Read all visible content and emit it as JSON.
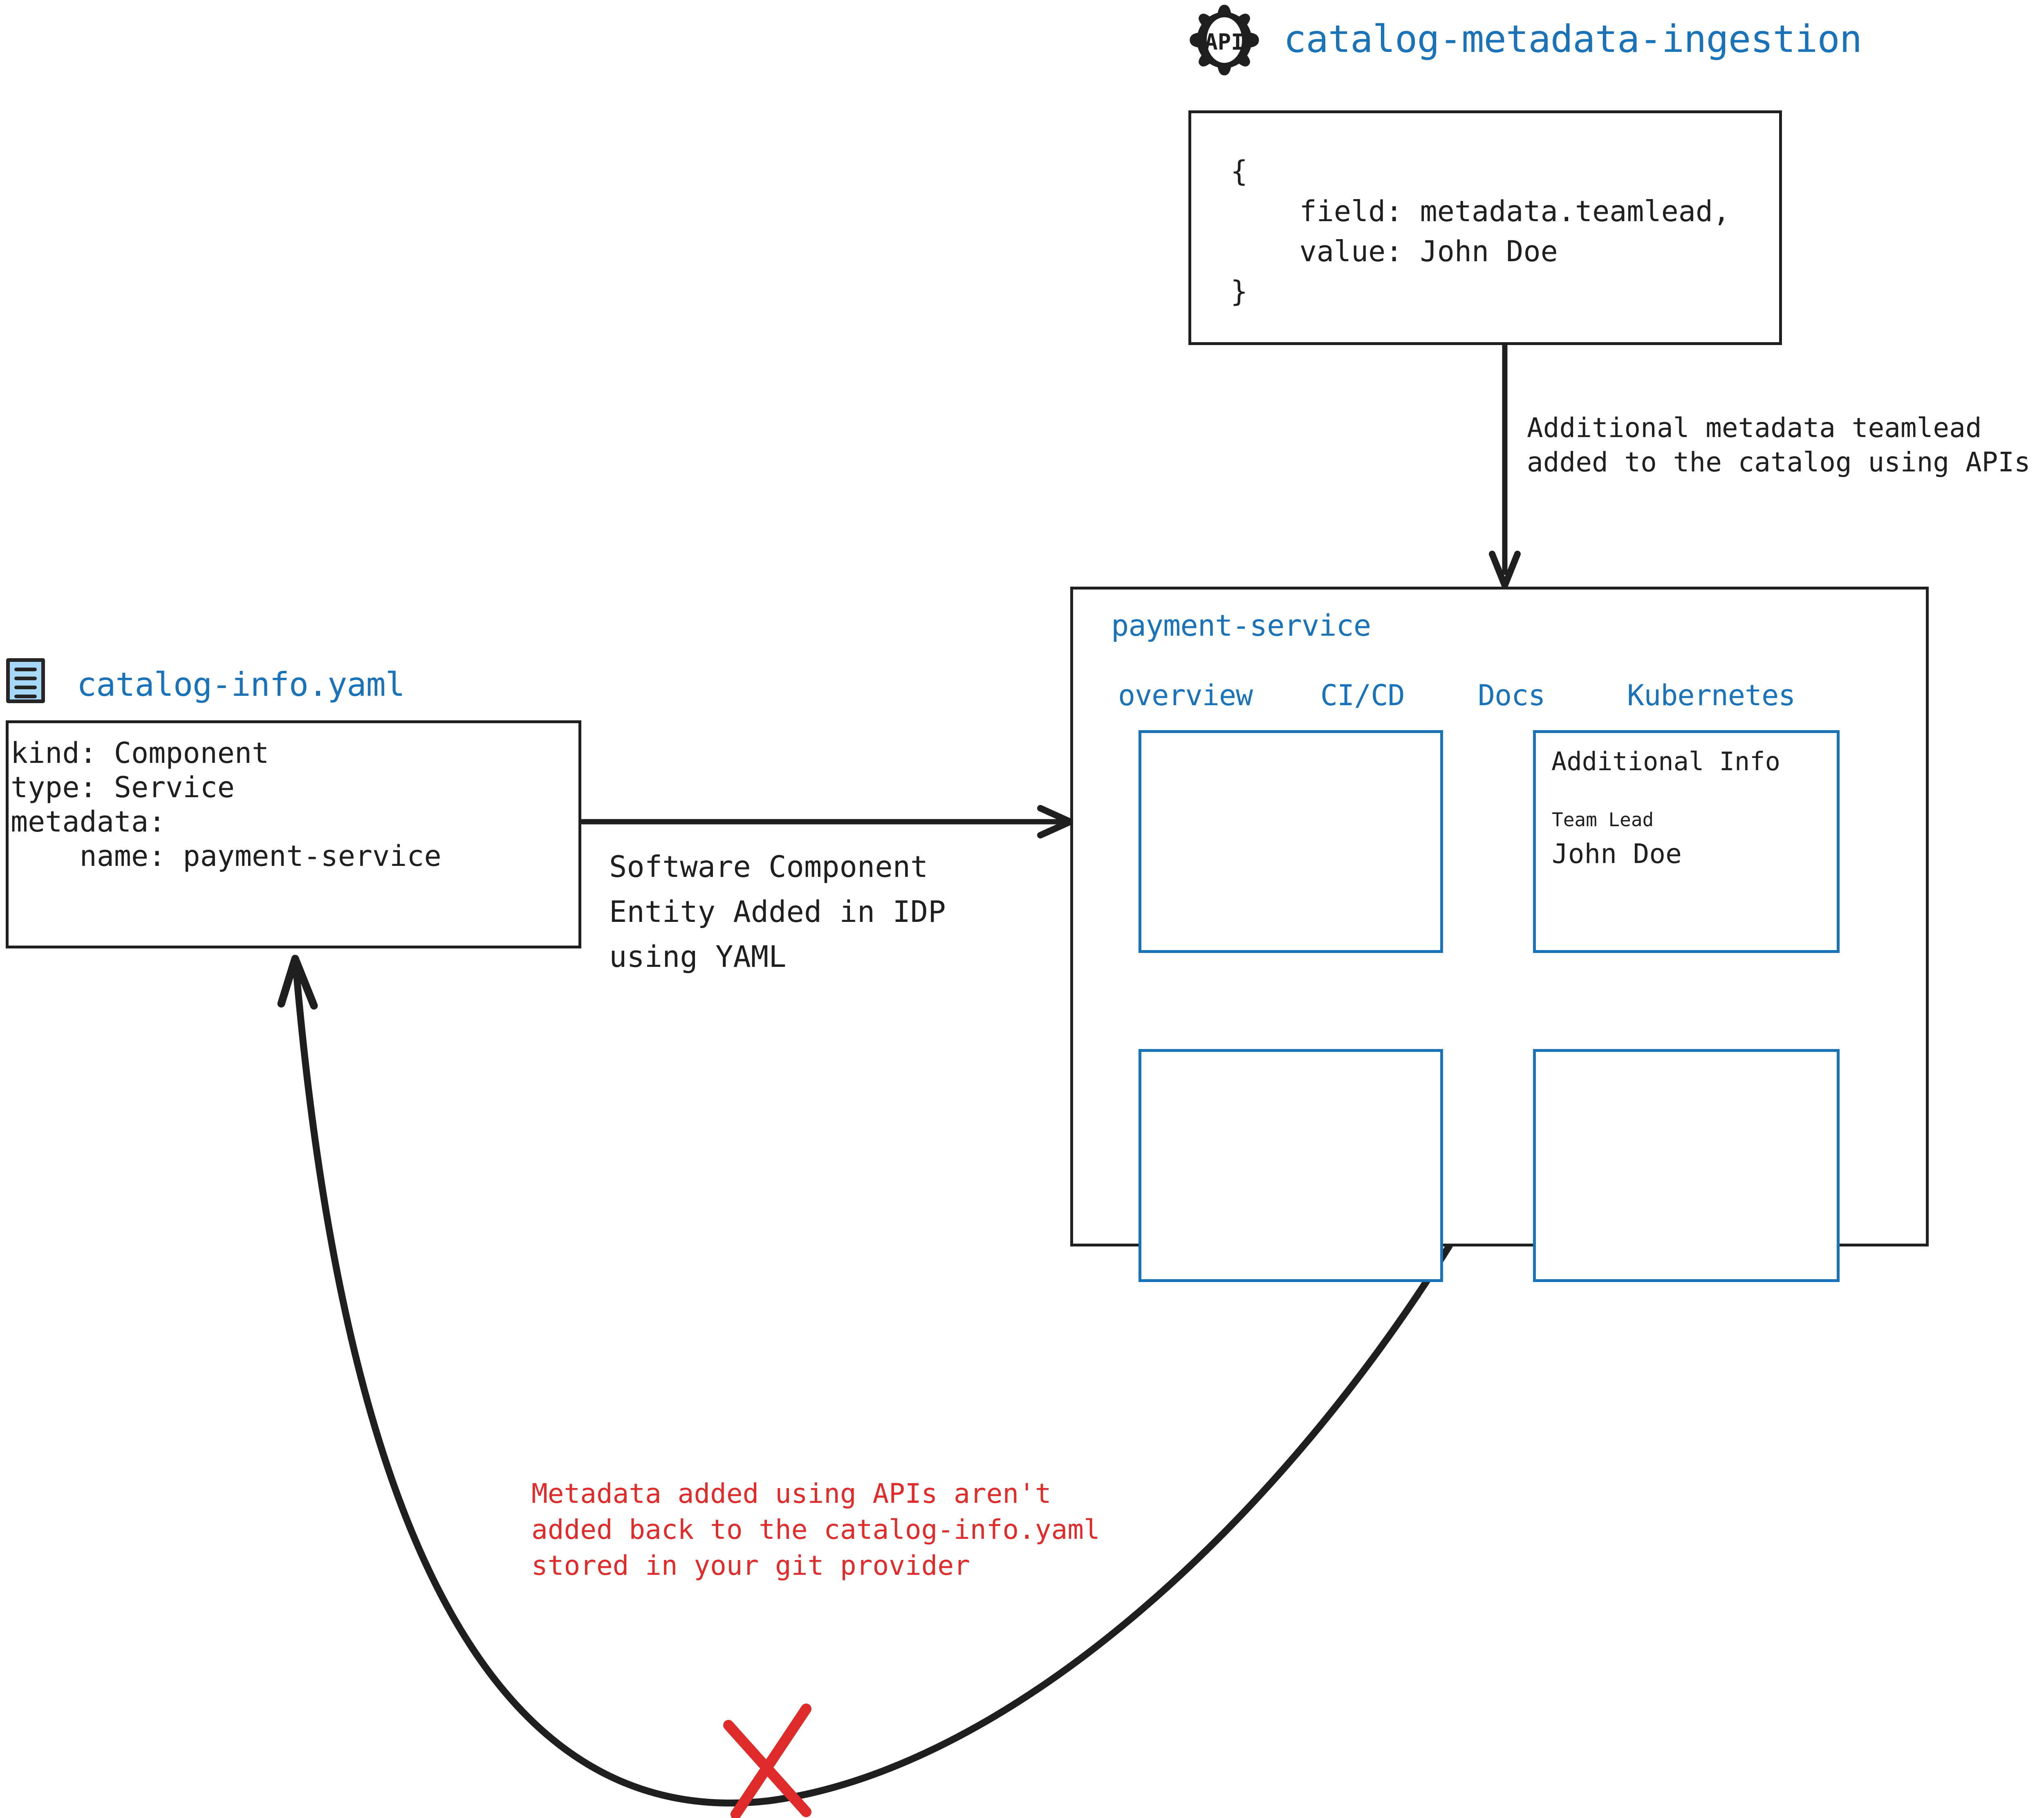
{
  "api_source": {
    "icon": "api-gear-icon",
    "icon_label": "API",
    "title": "catalog-metadata-ingestion",
    "payload": "{\n    field: metadata.teamlead,\n    value: John Doe\n}",
    "arrow_label": "Additional metadata teamlead\nadded to the catalog using APIs"
  },
  "yaml_source": {
    "icon": "yaml-file-icon",
    "title": "catalog-info.yaml",
    "content": "kind: Component\ntype: Service\nmetadata:\n    name: payment-service",
    "arrow_label": "Software Component\nEntity Added in IDP\nusing YAML"
  },
  "service_panel": {
    "name": "payment-service",
    "tabs": [
      {
        "label": "overview"
      },
      {
        "label": "CI/CD"
      },
      {
        "label": "Docs"
      },
      {
        "label": "Kubernetes"
      }
    ],
    "cards": {
      "overview_card": "",
      "additional_info": {
        "heading": "Additional Info",
        "field_label": "Team Lead",
        "field_value": "John Doe"
      },
      "bottom_left_card": "",
      "bottom_right_card": ""
    }
  },
  "warning": {
    "text": "Metadata added using APIs aren't\nadded back to the catalog-info.yaml\nstored in your git provider",
    "marker": "red-x-icon"
  },
  "colors": {
    "accent_blue": "#1a73b8",
    "warning_red": "#e02b2b",
    "stroke_black": "#1f1f1f",
    "icon_fill_blue": "#a8d8f8"
  }
}
